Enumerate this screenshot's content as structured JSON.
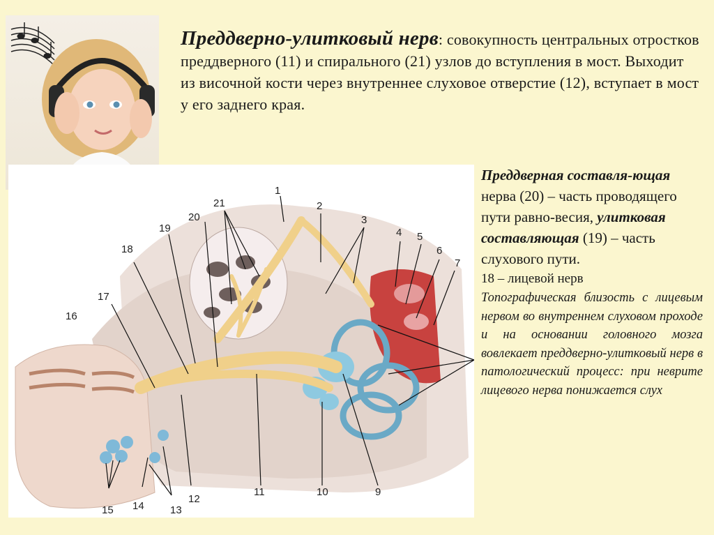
{
  "heading": {
    "term": "Преддверно-улитковый нерв",
    "colon": ":",
    "definition": " совокупность центральных отростков преддверного (11) и спирального (21) узлов до вступления в мост. Выходит из височной кости через внутреннее слуховое отверстие (12), вступает в мост у его заднего края."
  },
  "sidebar": {
    "vestibular_term": "Преддверная составля-ющая",
    "vestibular_rest": " нерва (20) – часть проводящего пути равно-весия,",
    "cochlear_term": "улитковая составляющая",
    "cochlear_rest": " (19) – часть слухового пути.",
    "facial_note": "18 – лицевой нерв",
    "clinical_note": "Топографическая близость с лицевым нервом во внутреннем слуховом проходе и на основании головного мозга вовлекает преддверно-улитковый нерв в патологический процесс: при неврите лицевого нерва понижается слух"
  },
  "diagram_labels": [
    "1",
    "2",
    "3",
    "4",
    "5",
    "6",
    "7",
    "9",
    "10",
    "11",
    "12",
    "13",
    "14",
    "15",
    "16",
    "17",
    "18",
    "19",
    "20",
    "21"
  ],
  "colors": {
    "background": "#fbf6cf",
    "nerve": "#f0d08a",
    "bone": "#e8d8cf",
    "labyrinth": "#8ec9e0",
    "vessel": "#c8423f"
  },
  "icons": [
    "music-notes-icon"
  ]
}
